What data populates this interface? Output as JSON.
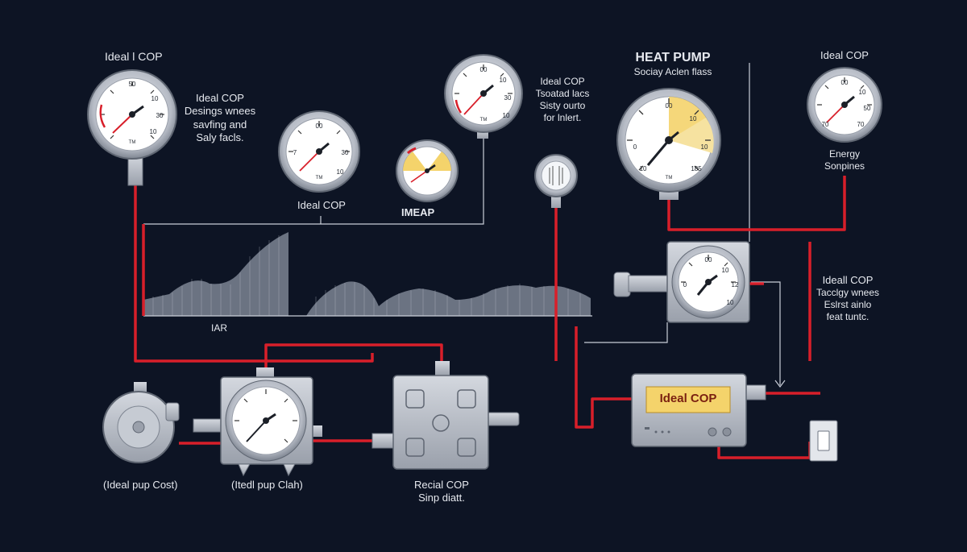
{
  "labels": {
    "left_title": "Ideal l COP",
    "left_desc_title": "Ideal COP",
    "left_desc_1": "Desings wnees",
    "left_desc_2": "savfing and",
    "left_desc_3": "Saly facls.",
    "gauge2_caption": "Ideal COP",
    "imeap": "IMEAP",
    "center_desc_title": "Ideal COP",
    "center_desc_1": "Tsoatad lacs",
    "center_desc_2": "Sisty ourto",
    "center_desc_3": "for lnlert.",
    "heat_pump_title": "HEAT PUMP",
    "heat_pump_sub": "Sociay Aclen flass",
    "right_title": "Ideal COP",
    "energy_1": "Energy",
    "energy_2": "Sonpines",
    "right_desc_title": "Ideall COP",
    "right_desc_1": "Tacclgy wnees",
    "right_desc_2": "Eslrst ainlo",
    "right_desc_3": "feat tuntc.",
    "iar": "IAR",
    "bottom_left": "(Ideal pup Cost)",
    "bottom_mid": "(Itedl pup Clah)",
    "bottom_recial_1": "Recial COP",
    "bottom_recial_2": "Sinp diatt.",
    "controller_label": "Ideal COP"
  },
  "gauge_text": {
    "tm": "TM",
    "g1": [
      "50",
      "10",
      "30",
      "10"
    ],
    "g2": [
      "00",
      "7",
      "30",
      "10"
    ],
    "g4": [
      "00",
      "10",
      "30",
      "10"
    ],
    "g5": [
      "00",
      "10",
      "0",
      "10",
      "12"
    ],
    "g6": [
      "00",
      "10",
      "50",
      "70",
      "70"
    ],
    "heat": [
      "00",
      "10",
      "10",
      "0",
      "10",
      "185"
    ]
  },
  "colors": {
    "background": "#0d1424",
    "pipe": "#d81f2a",
    "line": "#c9ced8",
    "device": "#b9bec8",
    "accent_yellow": "#f4d36b"
  }
}
